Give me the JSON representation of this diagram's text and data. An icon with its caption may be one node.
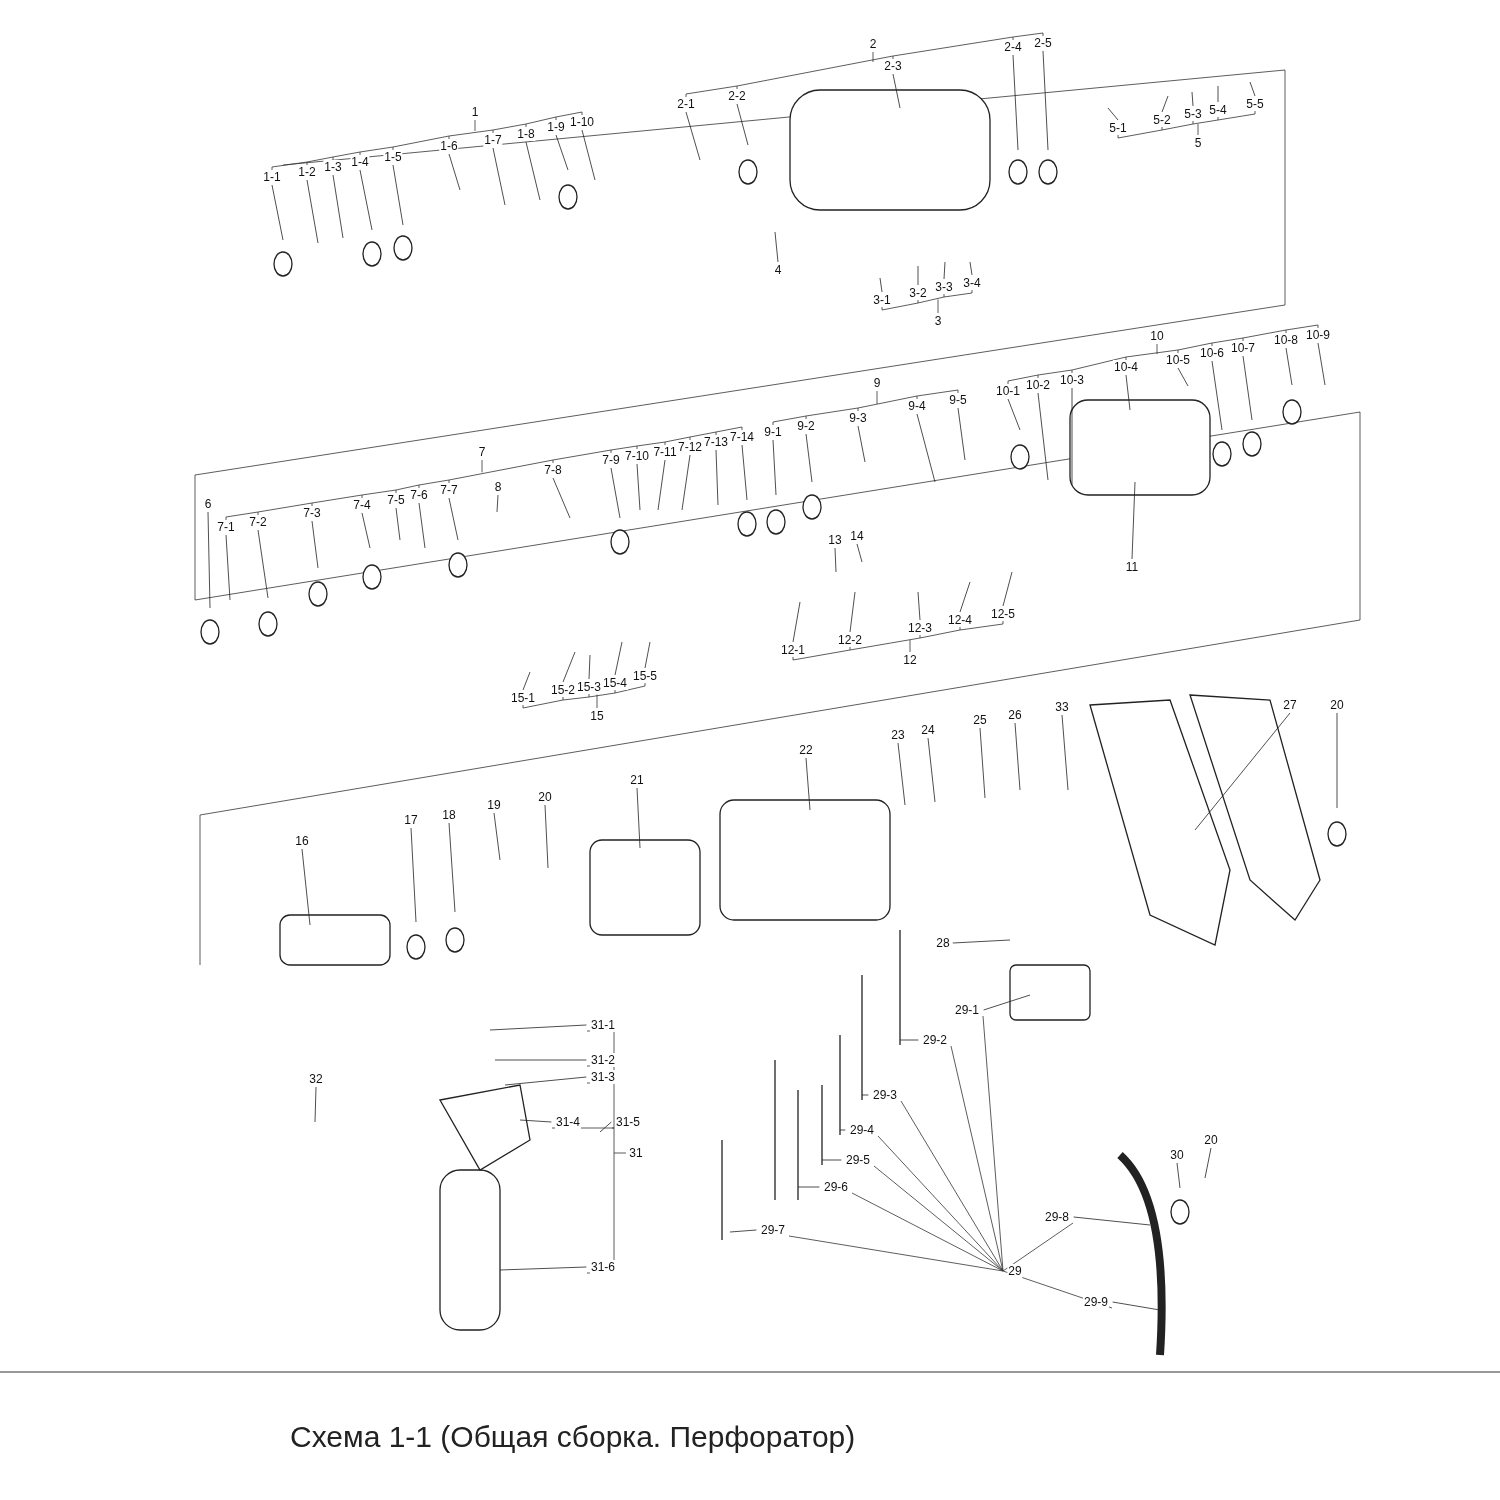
{
  "diagram": {
    "caption": "Схема 1-1 (Общая сборка. Перфоратор)",
    "nodes": [
      {
        "text": [
          "1-1"
        ]
      },
      {
        "text": [
          "1-2"
        ]
      },
      {
        "text": [
          "1-3"
        ]
      },
      {
        "text": [
          "1-4"
        ]
      },
      {
        "text": [
          "1-5"
        ]
      },
      {
        "text": [
          "1-6"
        ]
      },
      {
        "text": [
          "1-7"
        ]
      },
      {
        "text": [
          "1-8"
        ]
      },
      {
        "text": [
          "1-9"
        ]
      },
      {
        "text": [
          "1-10"
        ]
      },
      {
        "text": [
          "2-1"
        ]
      },
      {
        "text": [
          "2-2"
        ]
      },
      {
        "text": [
          "2-3"
        ]
      },
      {
        "text": [
          "2-4"
        ]
      },
      {
        "text": [
          "2-5"
        ]
      },
      {
        "text": [
          "5-1"
        ]
      },
      {
        "text": [
          "5-2"
        ]
      },
      {
        "text": [
          "5-3"
        ]
      },
      {
        "text": [
          "5-4"
        ]
      },
      {
        "text": [
          "5-5"
        ]
      },
      {
        "text": [
          "4"
        ]
      },
      {
        "text": [
          "3-1"
        ]
      },
      {
        "text": [
          "3-2"
        ]
      },
      {
        "text": [
          "3-3"
        ]
      },
      {
        "text": [
          "3-4"
        ]
      },
      {
        "text": [
          "6"
        ]
      },
      {
        "text": [
          "7-1"
        ]
      },
      {
        "text": [
          "7-2"
        ]
      },
      {
        "text": [
          "7-3"
        ]
      },
      {
        "text": [
          "7-4"
        ]
      },
      {
        "text": [
          "7-5"
        ]
      },
      {
        "text": [
          "7-6"
        ]
      },
      {
        "text": [
          "7-7"
        ]
      },
      {
        "text": [
          "7-8"
        ]
      },
      {
        "text": [
          "7-9"
        ]
      },
      {
        "text": [
          "7-10"
        ]
      },
      {
        "text": [
          "7-11"
        ]
      },
      {
        "text": [
          "7-12"
        ]
      },
      {
        "text": [
          "7-13"
        ]
      },
      {
        "text": [
          "7-14"
        ]
      },
      {
        "text": [
          "8"
        ]
      },
      {
        "text": [
          "9-1"
        ]
      },
      {
        "text": [
          "9-2"
        ]
      },
      {
        "text": [
          "9-3"
        ]
      },
      {
        "text": [
          "9-4"
        ]
      },
      {
        "text": [
          "9-5"
        ]
      },
      {
        "text": [
          "10-1"
        ]
      },
      {
        "text": [
          "10-2"
        ]
      },
      {
        "text": [
          "10-3"
        ]
      },
      {
        "text": [
          "10-4"
        ]
      },
      {
        "text": [
          "10-5"
        ]
      },
      {
        "text": [
          "10-6"
        ]
      },
      {
        "text": [
          "10-7"
        ]
      },
      {
        "text": [
          "10-8"
        ]
      },
      {
        "text": [
          "10-9"
        ]
      },
      {
        "text": [
          "11"
        ]
      },
      {
        "text": [
          "13"
        ]
      },
      {
        "text": [
          "14"
        ]
      },
      {
        "text": [
          "12-1"
        ]
      },
      {
        "text": [
          "12-2"
        ]
      },
      {
        "text": [
          "12-3"
        ]
      },
      {
        "text": [
          "12-4"
        ]
      },
      {
        "text": [
          "12-5"
        ]
      },
      {
        "text": [
          "15-1"
        ]
      },
      {
        "text": [
          "15-2"
        ]
      },
      {
        "text": [
          "15-3"
        ]
      },
      {
        "text": [
          "15-4"
        ]
      },
      {
        "text": [
          "15-5"
        ]
      },
      {
        "text": [
          "16"
        ]
      },
      {
        "text": [
          "17"
        ]
      },
      {
        "text": [
          "18"
        ]
      },
      {
        "text": [
          "19"
        ]
      },
      {
        "text": [
          "20"
        ]
      },
      {
        "text": [
          "21"
        ]
      },
      {
        "text": [
          "22"
        ]
      },
      {
        "text": [
          "23"
        ]
      },
      {
        "text": [
          "24"
        ]
      },
      {
        "text": [
          "25"
        ]
      },
      {
        "text": [
          "26"
        ]
      },
      {
        "text": [
          "33"
        ]
      },
      {
        "text": [
          "27"
        ]
      },
      {
        "text": [
          "20"
        ]
      },
      {
        "text": [
          "28"
        ]
      },
      {
        "text": [
          "29-1"
        ]
      },
      {
        "text": [
          "29-2"
        ]
      },
      {
        "text": [
          "29-3"
        ]
      },
      {
        "text": [
          "29-4"
        ]
      },
      {
        "text": [
          "29-5"
        ]
      },
      {
        "text": [
          "29-6"
        ]
      },
      {
        "text": [
          "29-7"
        ]
      },
      {
        "text": [
          "29-8"
        ]
      },
      {
        "text": [
          "29-9"
        ]
      },
      {
        "text": [
          "30"
        ]
      },
      {
        "text": [
          "20"
        ]
      },
      {
        "text": [
          "31-1"
        ]
      },
      {
        "text": [
          "31-2"
        ]
      },
      {
        "text": [
          "31-3"
        ]
      },
      {
        "text": [
          "31-4"
        ]
      },
      {
        "text": [
          "31-5"
        ]
      },
      {
        "text": [
          "31-6"
        ]
      },
      {
        "text": [
          "32"
        ]
      }
    ],
    "edges": [
      {
        "from": 0,
        "to": null,
        "arrow": "none"
      },
      {
        "from": 1,
        "to": null,
        "arrow": "none"
      },
      {
        "from": 2,
        "to": null,
        "arrow": "none"
      },
      {
        "from": 3,
        "to": null,
        "arrow": "none"
      },
      {
        "from": 4,
        "to": null,
        "arrow": "none"
      },
      {
        "from": 5,
        "to": null,
        "arrow": "none"
      },
      {
        "from": 6,
        "to": null,
        "arrow": "none"
      },
      {
        "from": 7,
        "to": null,
        "arrow": "none"
      },
      {
        "from": 8,
        "to": null,
        "arrow": "none"
      },
      {
        "from": 9,
        "to": null,
        "arrow": "none"
      },
      {
        "from": 10,
        "to": null,
        "arrow": "none"
      },
      {
        "from": 11,
        "to": null,
        "arrow": "none"
      },
      {
        "from": 12,
        "to": null,
        "arrow": "none"
      },
      {
        "from": 13,
        "to": null,
        "arrow": "none"
      },
      {
        "from": 14,
        "to": null,
        "arrow": "none"
      },
      {
        "from": 15,
        "to": null,
        "arrow": "none"
      },
      {
        "from": 16,
        "to": null,
        "arrow": "none"
      },
      {
        "from": 17,
        "to": null,
        "arrow": "none"
      },
      {
        "from": 18,
        "to": null,
        "arrow": "none"
      },
      {
        "from": 19,
        "to": null,
        "arrow": "none"
      },
      {
        "from": 20,
        "to": null,
        "arrow": "none"
      },
      {
        "from": 21,
        "to": null,
        "arrow": "none"
      },
      {
        "from": 22,
        "to": null,
        "arrow": "none"
      },
      {
        "from": 23,
        "to": null,
        "arrow": "none"
      },
      {
        "from": 24,
        "to": null,
        "arrow": "none"
      },
      {
        "from": 25,
        "to": null,
        "arrow": "none"
      },
      {
        "from": 26,
        "to": null,
        "arrow": "none"
      },
      {
        "from": 27,
        "to": null,
        "arrow": "none"
      },
      {
        "from": 28,
        "to": null,
        "arrow": "none"
      },
      {
        "from": 29,
        "to": null,
        "arrow": "none"
      },
      {
        "from": 30,
        "to": null,
        "arrow": "none"
      },
      {
        "from": 31,
        "to": null,
        "arrow": "none"
      },
      {
        "from": 32,
        "to": null,
        "arrow": "none"
      },
      {
        "from": 33,
        "to": null,
        "arrow": "none"
      },
      {
        "from": 34,
        "to": null,
        "arrow": "none"
      },
      {
        "from": 35,
        "to": null,
        "arrow": "none"
      },
      {
        "from": 36,
        "to": null,
        "arrow": "none"
      },
      {
        "from": 37,
        "to": null,
        "arrow": "none"
      },
      {
        "from": 38,
        "to": null,
        "arrow": "none"
      },
      {
        "from": 39,
        "to": null,
        "arrow": "none"
      },
      {
        "from": 40,
        "to": null,
        "arrow": "none"
      },
      {
        "from": 41,
        "to": null,
        "arrow": "none"
      },
      {
        "from": 42,
        "to": null,
        "arrow": "none"
      },
      {
        "from": 43,
        "to": null,
        "arrow": "none"
      },
      {
        "from": 44,
        "to": null,
        "arrow": "none"
      },
      {
        "from": 45,
        "to": null,
        "arrow": "none"
      },
      {
        "from": 46,
        "to": null,
        "arrow": "none"
      },
      {
        "from": 47,
        "to": null,
        "arrow": "none"
      },
      {
        "from": 48,
        "to": null,
        "arrow": "none"
      },
      {
        "from": 49,
        "to": null,
        "arrow": "none"
      },
      {
        "from": 50,
        "to": null,
        "arrow": "none"
      },
      {
        "from": 51,
        "to": null,
        "arrow": "none"
      },
      {
        "from": 52,
        "to": null,
        "arrow": "none"
      },
      {
        "from": 53,
        "to": null,
        "arrow": "none"
      },
      {
        "from": 54,
        "to": null,
        "arrow": "none"
      },
      {
        "from": 55,
        "to": null,
        "arrow": "none"
      },
      {
        "from": 56,
        "to": null,
        "arrow": "none"
      },
      {
        "from": 57,
        "to": null,
        "arrow": "none"
      },
      {
        "from": 58,
        "to": null,
        "arrow": "none"
      },
      {
        "from": 59,
        "to": null,
        "arrow": "none"
      },
      {
        "from": 60,
        "to": null,
        "arrow": "none"
      },
      {
        "from": 61,
        "to": null,
        "arrow": "none"
      },
      {
        "from": 62,
        "to": null,
        "arrow": "none"
      },
      {
        "from": 63,
        "to": null,
        "arrow": "none"
      },
      {
        "from": 64,
        "to": null,
        "arrow": "none"
      },
      {
        "from": 65,
        "to": null,
        "arrow": "none"
      },
      {
        "from": 66,
        "to": null,
        "arrow": "none"
      },
      {
        "from": 67,
        "to": null,
        "arrow": "none"
      },
      {
        "from": 68,
        "to": null,
        "arrow": "none"
      },
      {
        "from": 69,
        "to": null,
        "arrow": "none"
      },
      {
        "from": 70,
        "to": null,
        "arrow": "none"
      },
      {
        "from": 71,
        "to": null,
        "arrow": "none"
      },
      {
        "from": 72,
        "to": null,
        "arrow": "none"
      },
      {
        "from": 73,
        "to": null,
        "arrow": "none"
      },
      {
        "from": 74,
        "to": null,
        "arrow": "none"
      },
      {
        "from": 75,
        "to": null,
        "arrow": "none"
      },
      {
        "from": 76,
        "to": null,
        "arrow": "none"
      },
      {
        "from": 77,
        "to": null,
        "arrow": "none"
      },
      {
        "from": 78,
        "to": null,
        "arrow": "none"
      },
      {
        "from": 79,
        "to": null,
        "arrow": "none"
      },
      {
        "from": 80,
        "to": null,
        "arrow": "none"
      },
      {
        "from": 81,
        "to": null,
        "arrow": "none"
      },
      {
        "from": 82,
        "to": null,
        "arrow": "none"
      },
      {
        "from": 83,
        "to": null,
        "arrow": "none"
      },
      {
        "from": 84,
        "to": null,
        "arrow": "none"
      },
      {
        "from": 85,
        "to": null,
        "arrow": "none"
      },
      {
        "from": 86,
        "to": null,
        "arrow": "none"
      },
      {
        "from": 87,
        "to": null,
        "arrow": "none"
      },
      {
        "from": 88,
        "to": null,
        "arrow": "none"
      },
      {
        "from": 89,
        "to": null,
        "arrow": "none"
      },
      {
        "from": 90,
        "to": null,
        "arrow": "none"
      },
      {
        "from": 91,
        "to": null,
        "arrow": "none"
      },
      {
        "from": 92,
        "to": null,
        "arrow": "none"
      },
      {
        "from": 93,
        "to": null,
        "arrow": "none"
      },
      {
        "from": 94,
        "to": null,
        "arrow": "none"
      },
      {
        "from": 95,
        "to": null,
        "arrow": "none"
      },
      {
        "from": 96,
        "to": null,
        "arrow": "none"
      },
      {
        "from": 97,
        "to": null,
        "arrow": "none"
      },
      {
        "from": 98,
        "to": null,
        "arrow": "none"
      },
      {
        "from": 99,
        "to": null,
        "arrow": "none"
      },
      {
        "from": 100,
        "to": null,
        "arrow": "none"
      }
    ],
    "labels": [
      "1",
      "2",
      "5",
      "3",
      "7",
      "9",
      "10",
      "12",
      "15",
      "29",
      "31"
    ]
  }
}
